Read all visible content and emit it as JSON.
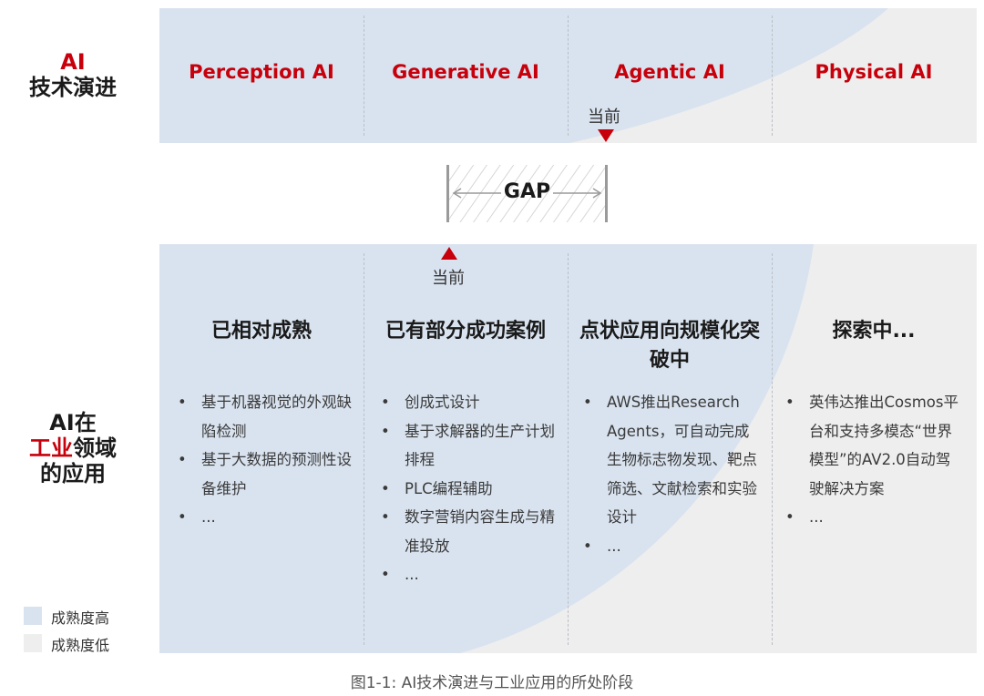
{
  "left_titles": {
    "ai_tech": {
      "line1": "AI",
      "line2": "技术演进"
    },
    "ai_industry": {
      "line1": "AI在",
      "line2_red": "工业",
      "line2_rest": "领域",
      "line3": "的应用"
    }
  },
  "top_stages": [
    "Perception AI",
    "Generative AI",
    "Agentic AI",
    "Physical AI"
  ],
  "markers": {
    "top_now": "当前",
    "bottom_now": "当前"
  },
  "gap_label": "GAP",
  "columns": [
    {
      "heading": "已相对成熟",
      "items": [
        "基于机器视觉的外观缺陷检测",
        "基于大数据的预测性设备维护",
        "..."
      ]
    },
    {
      "heading": "已有部分成功案例",
      "items": [
        "创成式设计",
        "基于求解器的生产计划排程",
        "PLC编程辅助",
        "数字营销内容生成与精准投放",
        "..."
      ]
    },
    {
      "heading": "点状应用向规模化突破中",
      "items": [
        "AWS推出Research Agents，可自动完成生物标志物发现、靶点筛选、文献检索和实验设计",
        "..."
      ]
    },
    {
      "heading": "探索中...",
      "items": [
        "英伟达推出Cosmos平台和支持多模态“世界模型”的AV2.0自动驾驶解决方案",
        "..."
      ]
    }
  ],
  "legend": [
    {
      "label": "成熟度高",
      "color": "#d9e3ef"
    },
    {
      "label": "成熟度低",
      "color": "#eeeeee"
    }
  ],
  "colors": {
    "accent": "#c7000b",
    "high_maturity": "#d9e3ef",
    "low_maturity": "#eeeeee"
  },
  "caption": "图1-1: AI技术演进与工业应用的所处阶段"
}
